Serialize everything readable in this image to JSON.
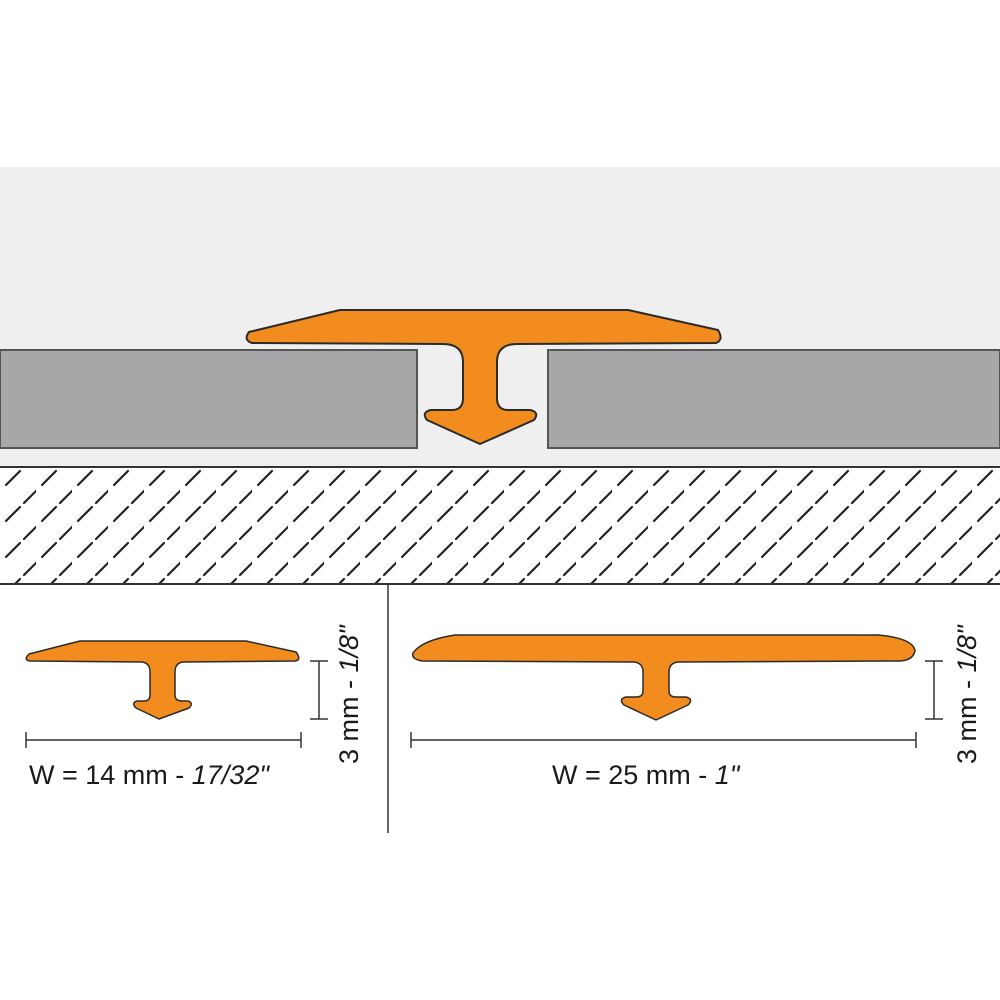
{
  "colors": {
    "background": "#ffffff",
    "top_band": "#efefef",
    "tile": "#a7a7aa",
    "tile_edge": "#555555",
    "profile": "#f28c1e",
    "profile_edge": "#2b2b2b",
    "hatch": "#222222",
    "line": "#333333"
  },
  "profile_small": {
    "width_label_main": "W = 14 mm - ",
    "width_label_fraction": "17/32\"",
    "height_label_main": "3 mm - ",
    "height_label_fraction": "1/8\""
  },
  "profile_large": {
    "width_label_main": "W = 25 mm - ",
    "width_label_fraction": "1\"",
    "height_label_main": "3 mm - ",
    "height_label_fraction": "1/8\""
  }
}
